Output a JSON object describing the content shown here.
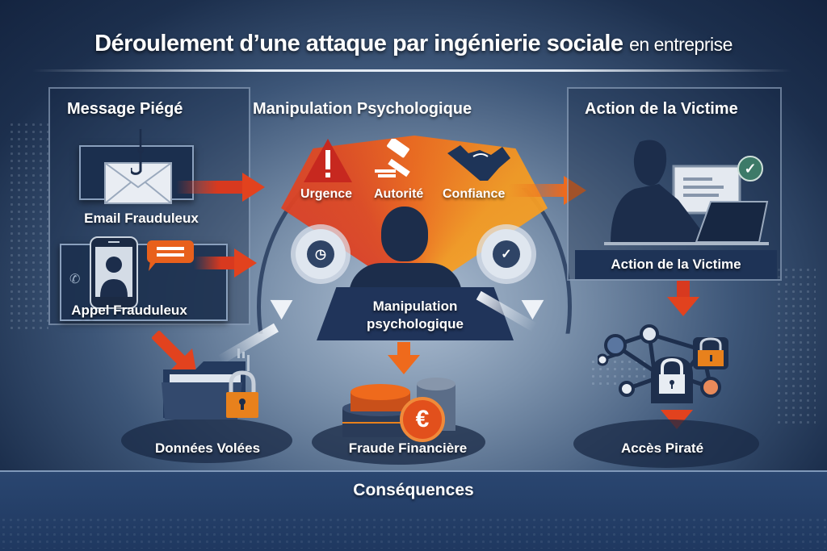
{
  "title": {
    "main": "Déroulement d’une attaque par ingénierie sociale",
    "suffix": "en entreprise"
  },
  "sections": {
    "message": {
      "title": "Message Piégé",
      "items": [
        {
          "label": "Email Frauduleux",
          "icon": "phishing-email-icon"
        },
        {
          "label": "Appel Frauduleux",
          "icon": "fraudulent-call-icon"
        }
      ]
    },
    "manipulation": {
      "title": "Manipulation Psychologique",
      "levers": [
        {
          "label": "Urgence",
          "icon": "warning-icon",
          "color": "#d8372a"
        },
        {
          "label": "Autorité",
          "icon": "gavel-icon",
          "color": "#e8581e"
        },
        {
          "label": "Confiance",
          "icon": "handshake-icon",
          "color": "#f49a22"
        }
      ],
      "center_label_line1": "Manipulation",
      "center_label_line2": "psychologique",
      "gear_left_icon": "clock-icon",
      "gear_right_icon": "check-icon"
    },
    "victim": {
      "title": "Action de la Victime",
      "caption": "Action de la Victime",
      "check_color": "#3d7a68"
    }
  },
  "consequences": {
    "title": "Conséquences",
    "items": [
      {
        "label": "Données Volées",
        "icon": "locked-folder-icon"
      },
      {
        "label": "Fraude Financière",
        "icon": "euro-coins-icon",
        "symbol": "€"
      },
      {
        "label": "Accès Piraté",
        "icon": "network-lock-icon"
      }
    ]
  },
  "colors": {
    "accent_red": "#e2421e",
    "accent_orange": "#e8811c",
    "navy": "#1c2d4b"
  }
}
